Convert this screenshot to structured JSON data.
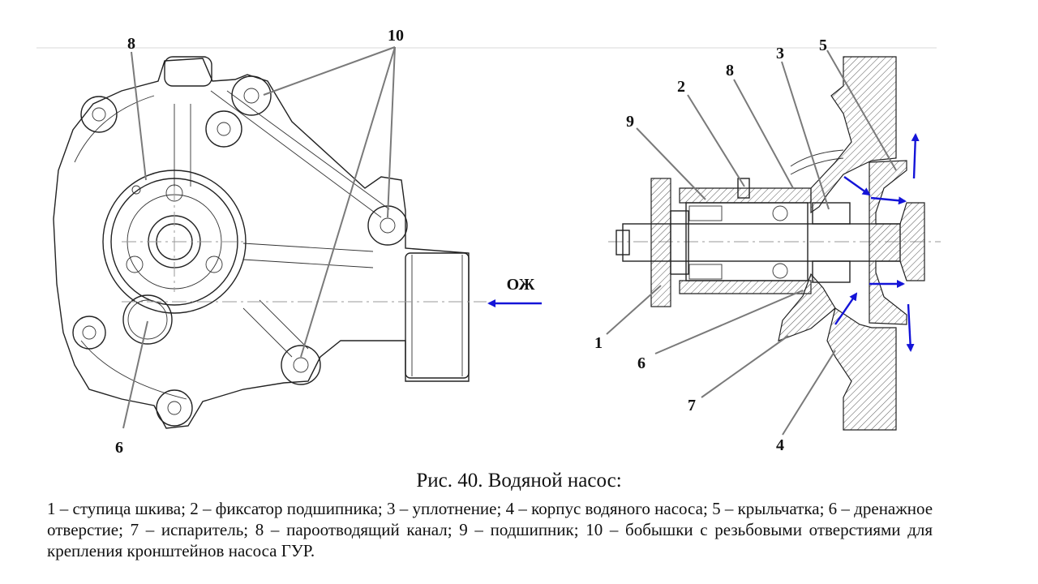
{
  "figure": {
    "callouts_left": [
      "8",
      "10",
      "6"
    ],
    "callouts_right": [
      "2",
      "8",
      "3",
      "5",
      "9",
      "1",
      "6",
      "7",
      "4"
    ],
    "flow_label": "ОЖ",
    "flow_color": "#1414d8"
  },
  "caption": {
    "title": "Рис. 40. Водяной насос:",
    "legend": [
      "1 – ступица шкива;",
      "2 – фиксатор подшипника;",
      "3 – уплотнение;",
      "4 – корпус водяного насоса;",
      "5 – крыльчатка;",
      "6 – дренажное отверстие;",
      "7 – испаритель;",
      "8 – пароотводящий канал;",
      "9 – подшипник;",
      "10 – бобышки с резьбовыми отверстиями для крепления кронштейнов насоса ГУР."
    ]
  }
}
